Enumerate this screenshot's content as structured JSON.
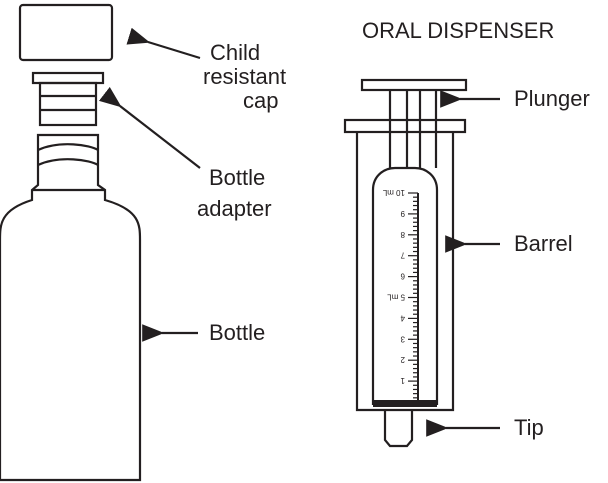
{
  "title": "ORAL DISPENSER",
  "labels": {
    "cap": [
      "Child",
      "resistant",
      "cap"
    ],
    "adapter": [
      "Bottle",
      "adapter"
    ],
    "bottle": "Bottle",
    "plunger": "Plunger",
    "barrel": "Barrel",
    "tip": "Tip"
  },
  "scale": {
    "numbers": [
      "1",
      "2",
      "3",
      "4",
      "5 mL",
      "6",
      "7",
      "8",
      "9",
      "10 mL"
    ],
    "max_ml": 10,
    "minor_per_ml": 5
  },
  "colors": {
    "ink": "#231f20",
    "background": "#ffffff"
  }
}
